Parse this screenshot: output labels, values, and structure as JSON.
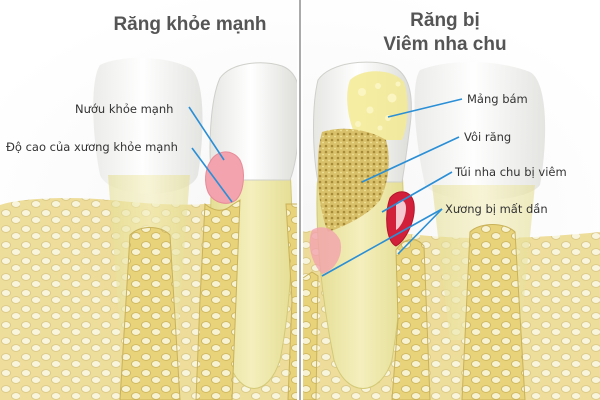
{
  "titles": {
    "left": "Răng khỏe mạnh",
    "right_line1": "Răng bị",
    "right_line2": "Viêm nha chu"
  },
  "labels": {
    "healthy_gum": "Nướu khỏe mạnh",
    "healthy_bone_height": "Độ cao của xương khỏe mạnh",
    "plaque": "Mảng bám",
    "tartar": "Vôi răng",
    "inflamed_pocket": "Túi nha chu bị viêm",
    "bone_loss": "Xương bị mất dần"
  },
  "colors": {
    "enamel": "#f7f7f5",
    "dentin_root": "#ece7a6",
    "bone_fill": "#e9d37a",
    "bone_cell": "#f7f2d2",
    "gum_healthy": "#f2a3ae",
    "gum_inflamed": "#d3203a",
    "plaque": "#f3ea92",
    "tartar": "#c9ae57",
    "leader_line": "#2a8fd6",
    "divider": "#8d8d8d"
  }
}
